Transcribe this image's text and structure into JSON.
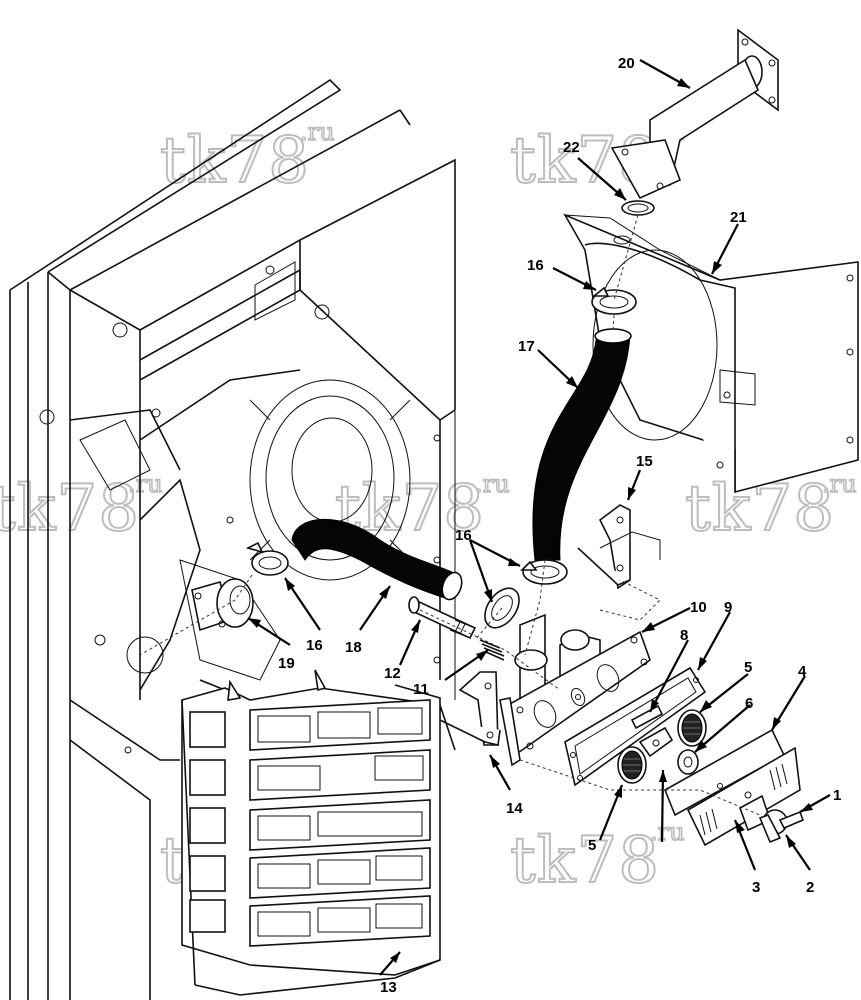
{
  "watermark": {
    "main": "tk78",
    "suffix": ".ru"
  },
  "callouts": [
    {
      "id": "c1",
      "text": "1"
    },
    {
      "id": "c2",
      "text": "2"
    },
    {
      "id": "c3",
      "text": "3"
    },
    {
      "id": "c4",
      "text": "4"
    },
    {
      "id": "c5a",
      "text": "5"
    },
    {
      "id": "c5b",
      "text": "5"
    },
    {
      "id": "c6",
      "text": "6"
    },
    {
      "id": "c8",
      "text": "8"
    },
    {
      "id": "c9",
      "text": "9"
    },
    {
      "id": "c10",
      "text": "10"
    },
    {
      "id": "c11",
      "text": "11"
    },
    {
      "id": "c12",
      "text": "12"
    },
    {
      "id": "c13",
      "text": "13"
    },
    {
      "id": "c14",
      "text": "14"
    },
    {
      "id": "c15",
      "text": "15"
    },
    {
      "id": "c16a",
      "text": "16"
    },
    {
      "id": "c16b",
      "text": "16"
    },
    {
      "id": "c16c",
      "text": "16"
    },
    {
      "id": "c17",
      "text": "17"
    },
    {
      "id": "c18",
      "text": "18"
    },
    {
      "id": "c19",
      "text": "19"
    },
    {
      "id": "c20",
      "text": "20"
    },
    {
      "id": "c21",
      "text": "21"
    },
    {
      "id": "c22",
      "text": "22"
    }
  ]
}
